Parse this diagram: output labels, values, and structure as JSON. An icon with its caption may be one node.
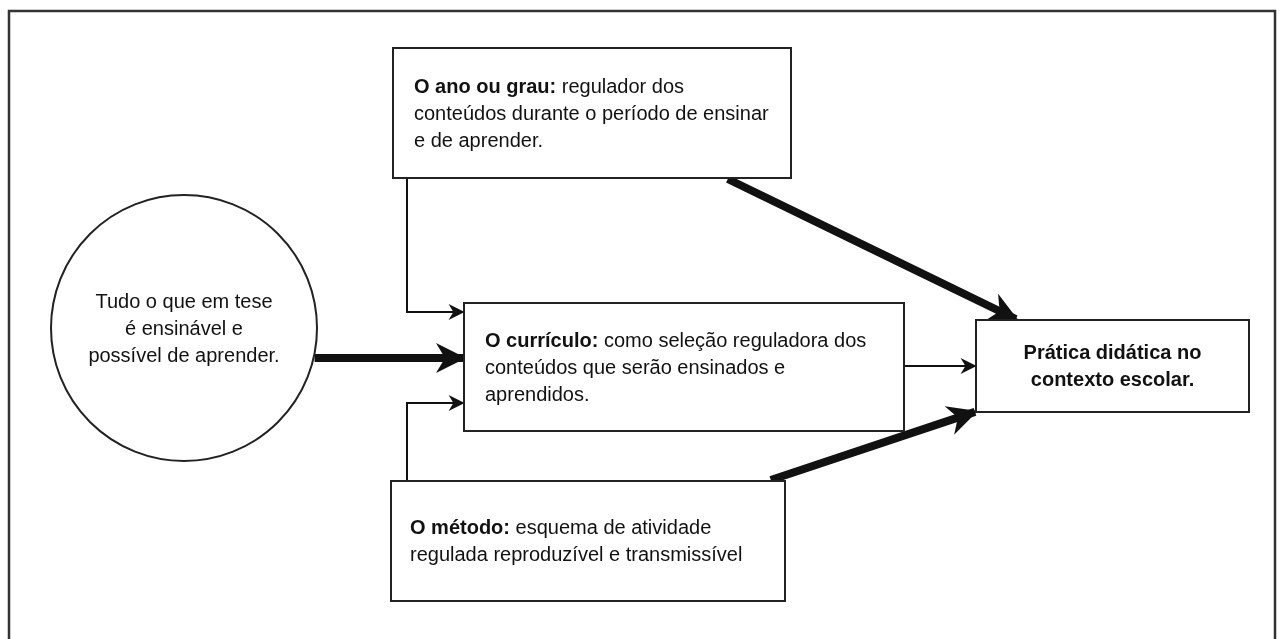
{
  "diagram": {
    "nodes": [
      {
        "text": [
          "Tudo o que em tese é ensinável e possível de aprender."
        ]
      },
      {
        "text": [
          "**O ano ou grau:** regulador dos conteúdos durante o período de ensinar e de aprender."
        ]
      },
      {
        "text": [
          "**O currículo:** como seleção reguladora dos conteúdos que serão ensinados e aprendidos."
        ]
      },
      {
        "text": [
          "**O método:** esquema de atividade regulada reproduzível e transmissível"
        ]
      },
      {
        "text": [
          "Prática didática no contexto escolar."
        ]
      }
    ],
    "edges": [
      {
        "from": 0,
        "to": 2,
        "arrow": "to",
        "style": "thick"
      },
      {
        "from": 1,
        "to": 2,
        "arrow": "to"
      },
      {
        "from": 3,
        "to": 2,
        "arrow": "to"
      },
      {
        "from": 2,
        "to": 4,
        "arrow": "to"
      },
      {
        "from": 1,
        "to": 4,
        "arrow": "to",
        "style": "thick"
      },
      {
        "from": 3,
        "to": 4,
        "arrow": "to",
        "style": "thick"
      }
    ]
  }
}
